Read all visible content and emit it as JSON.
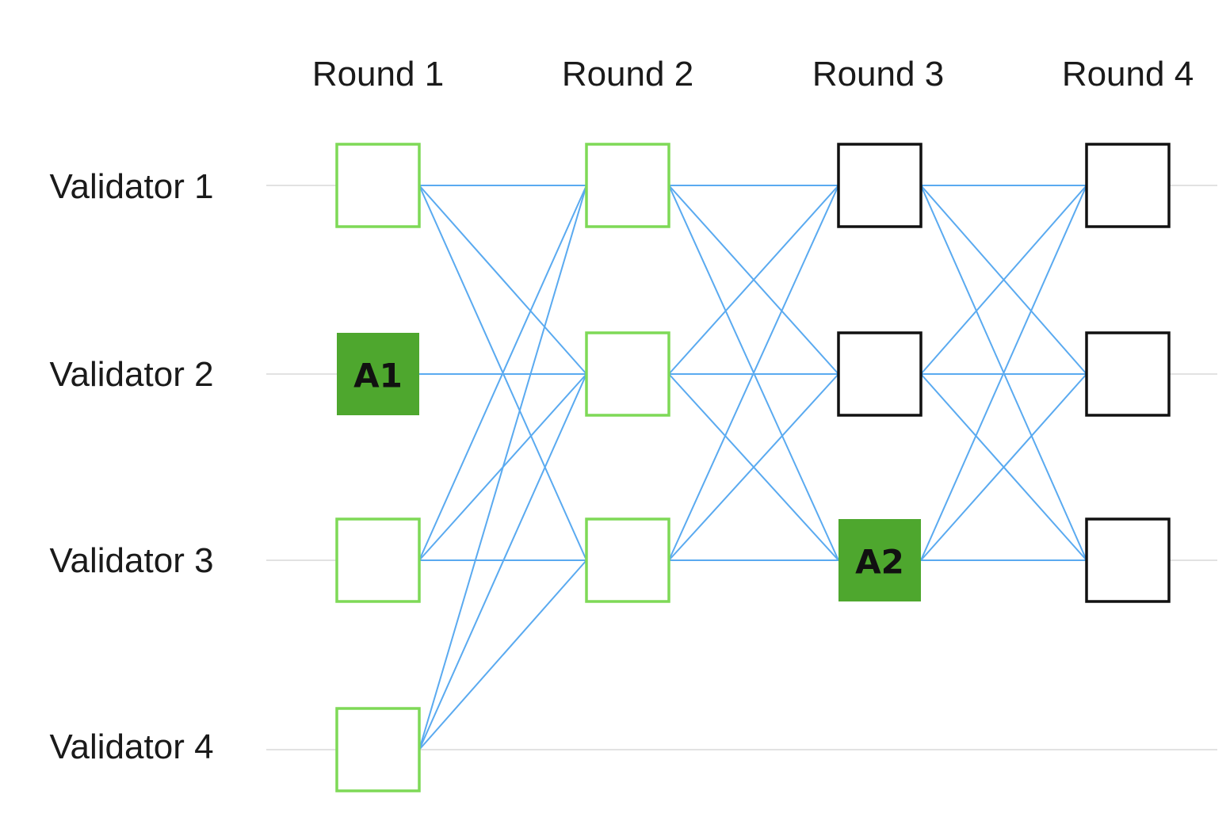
{
  "diagram": {
    "rounds": [
      "Round 1",
      "Round 2",
      "Round 3",
      "Round 4"
    ],
    "validators": [
      "Validator 1",
      "Validator 2",
      "Validator 3",
      "Validator 4"
    ],
    "colors": {
      "certified_outline": "#7ed957",
      "uncertified_outline": "#111111",
      "anchor_fill": "#4ea72e",
      "edge": "#5aaaf0",
      "lane": "#d9d9d9"
    },
    "blocks": [
      {
        "id": "r1v1",
        "round": 1,
        "validator": 1,
        "style": "certified",
        "label": ""
      },
      {
        "id": "r1v2",
        "round": 1,
        "validator": 2,
        "style": "anchor",
        "label": "A1"
      },
      {
        "id": "r1v3",
        "round": 1,
        "validator": 3,
        "style": "certified",
        "label": ""
      },
      {
        "id": "r1v4",
        "round": 1,
        "validator": 4,
        "style": "certified",
        "label": ""
      },
      {
        "id": "r2v1",
        "round": 2,
        "validator": 1,
        "style": "certified",
        "label": ""
      },
      {
        "id": "r2v2",
        "round": 2,
        "validator": 2,
        "style": "certified",
        "label": ""
      },
      {
        "id": "r2v3",
        "round": 2,
        "validator": 3,
        "style": "certified",
        "label": ""
      },
      {
        "id": "r3v1",
        "round": 3,
        "validator": 1,
        "style": "uncertified",
        "label": ""
      },
      {
        "id": "r3v2",
        "round": 3,
        "validator": 2,
        "style": "uncertified",
        "label": ""
      },
      {
        "id": "r3v3",
        "round": 3,
        "validator": 3,
        "style": "anchor",
        "label": "A2"
      },
      {
        "id": "r4v1",
        "round": 4,
        "validator": 1,
        "style": "uncertified",
        "label": ""
      },
      {
        "id": "r4v2",
        "round": 4,
        "validator": 2,
        "style": "uncertified",
        "label": ""
      },
      {
        "id": "r4v3",
        "round": 4,
        "validator": 3,
        "style": "uncertified",
        "label": ""
      }
    ],
    "edges": [
      [
        "r1v1",
        "r2v1"
      ],
      [
        "r1v1",
        "r2v2"
      ],
      [
        "r1v1",
        "r2v3"
      ],
      [
        "r1v2",
        "r2v2"
      ],
      [
        "r1v3",
        "r2v1"
      ],
      [
        "r1v3",
        "r2v2"
      ],
      [
        "r1v3",
        "r2v3"
      ],
      [
        "r1v4",
        "r2v1"
      ],
      [
        "r1v4",
        "r2v2"
      ],
      [
        "r1v4",
        "r2v3"
      ],
      [
        "r2v1",
        "r3v1"
      ],
      [
        "r2v1",
        "r3v2"
      ],
      [
        "r2v1",
        "r3v3"
      ],
      [
        "r2v2",
        "r3v1"
      ],
      [
        "r2v2",
        "r3v2"
      ],
      [
        "r2v2",
        "r3v3"
      ],
      [
        "r2v3",
        "r3v1"
      ],
      [
        "r2v3",
        "r3v2"
      ],
      [
        "r2v3",
        "r3v3"
      ],
      [
        "r3v1",
        "r4v1"
      ],
      [
        "r3v1",
        "r4v2"
      ],
      [
        "r3v1",
        "r4v3"
      ],
      [
        "r3v2",
        "r4v1"
      ],
      [
        "r3v2",
        "r4v2"
      ],
      [
        "r3v2",
        "r4v3"
      ],
      [
        "r3v3",
        "r4v1"
      ],
      [
        "r3v3",
        "r4v2"
      ],
      [
        "r3v3",
        "r4v3"
      ]
    ]
  }
}
